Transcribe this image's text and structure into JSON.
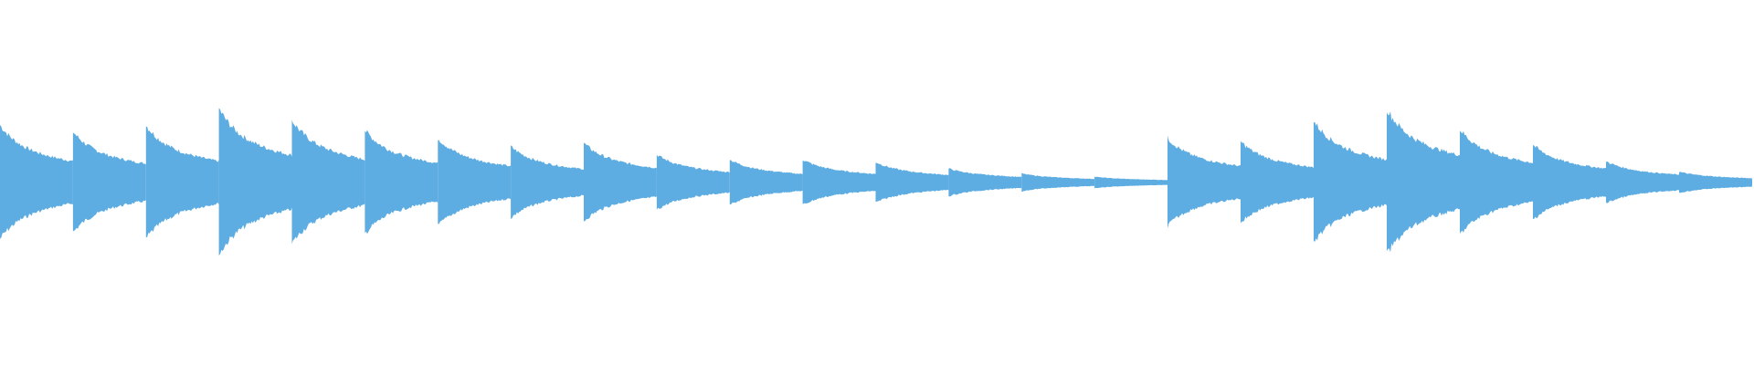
{
  "waveform": {
    "color": "#5dade2",
    "background": "#ffffff",
    "segments": [
      {
        "peak": 0.7,
        "decay": 0.55
      },
      {
        "peak": 0.62,
        "decay": 0.55
      },
      {
        "peak": 0.7,
        "decay": 0.55
      },
      {
        "peak": 0.9,
        "decay": 0.55
      },
      {
        "peak": 0.76,
        "decay": 0.55
      },
      {
        "peak": 0.64,
        "decay": 0.55
      },
      {
        "peak": 0.54,
        "decay": 0.55
      },
      {
        "peak": 0.44,
        "decay": 0.55
      },
      {
        "peak": 0.48,
        "decay": 0.55
      },
      {
        "peak": 0.34,
        "decay": 0.55
      },
      {
        "peak": 0.28,
        "decay": 0.55
      },
      {
        "peak": 0.28,
        "decay": 0.55
      },
      {
        "peak": 0.25,
        "decay": 0.55
      },
      {
        "peak": 0.17,
        "decay": 0.6
      },
      {
        "peak": 0.11,
        "decay": 0.6
      },
      {
        "peak": 0.07,
        "decay": 0.65
      },
      {
        "peak": 0.54,
        "decay": 0.55
      },
      {
        "peak": 0.5,
        "decay": 0.55
      },
      {
        "peak": 0.75,
        "decay": 0.55
      },
      {
        "peak": 0.9,
        "decay": 0.55
      },
      {
        "peak": 0.65,
        "decay": 0.55
      },
      {
        "peak": 0.46,
        "decay": 0.55
      },
      {
        "peak": 0.26,
        "decay": 0.55
      },
      {
        "peak": 0.13,
        "decay": 0.6
      }
    ]
  }
}
